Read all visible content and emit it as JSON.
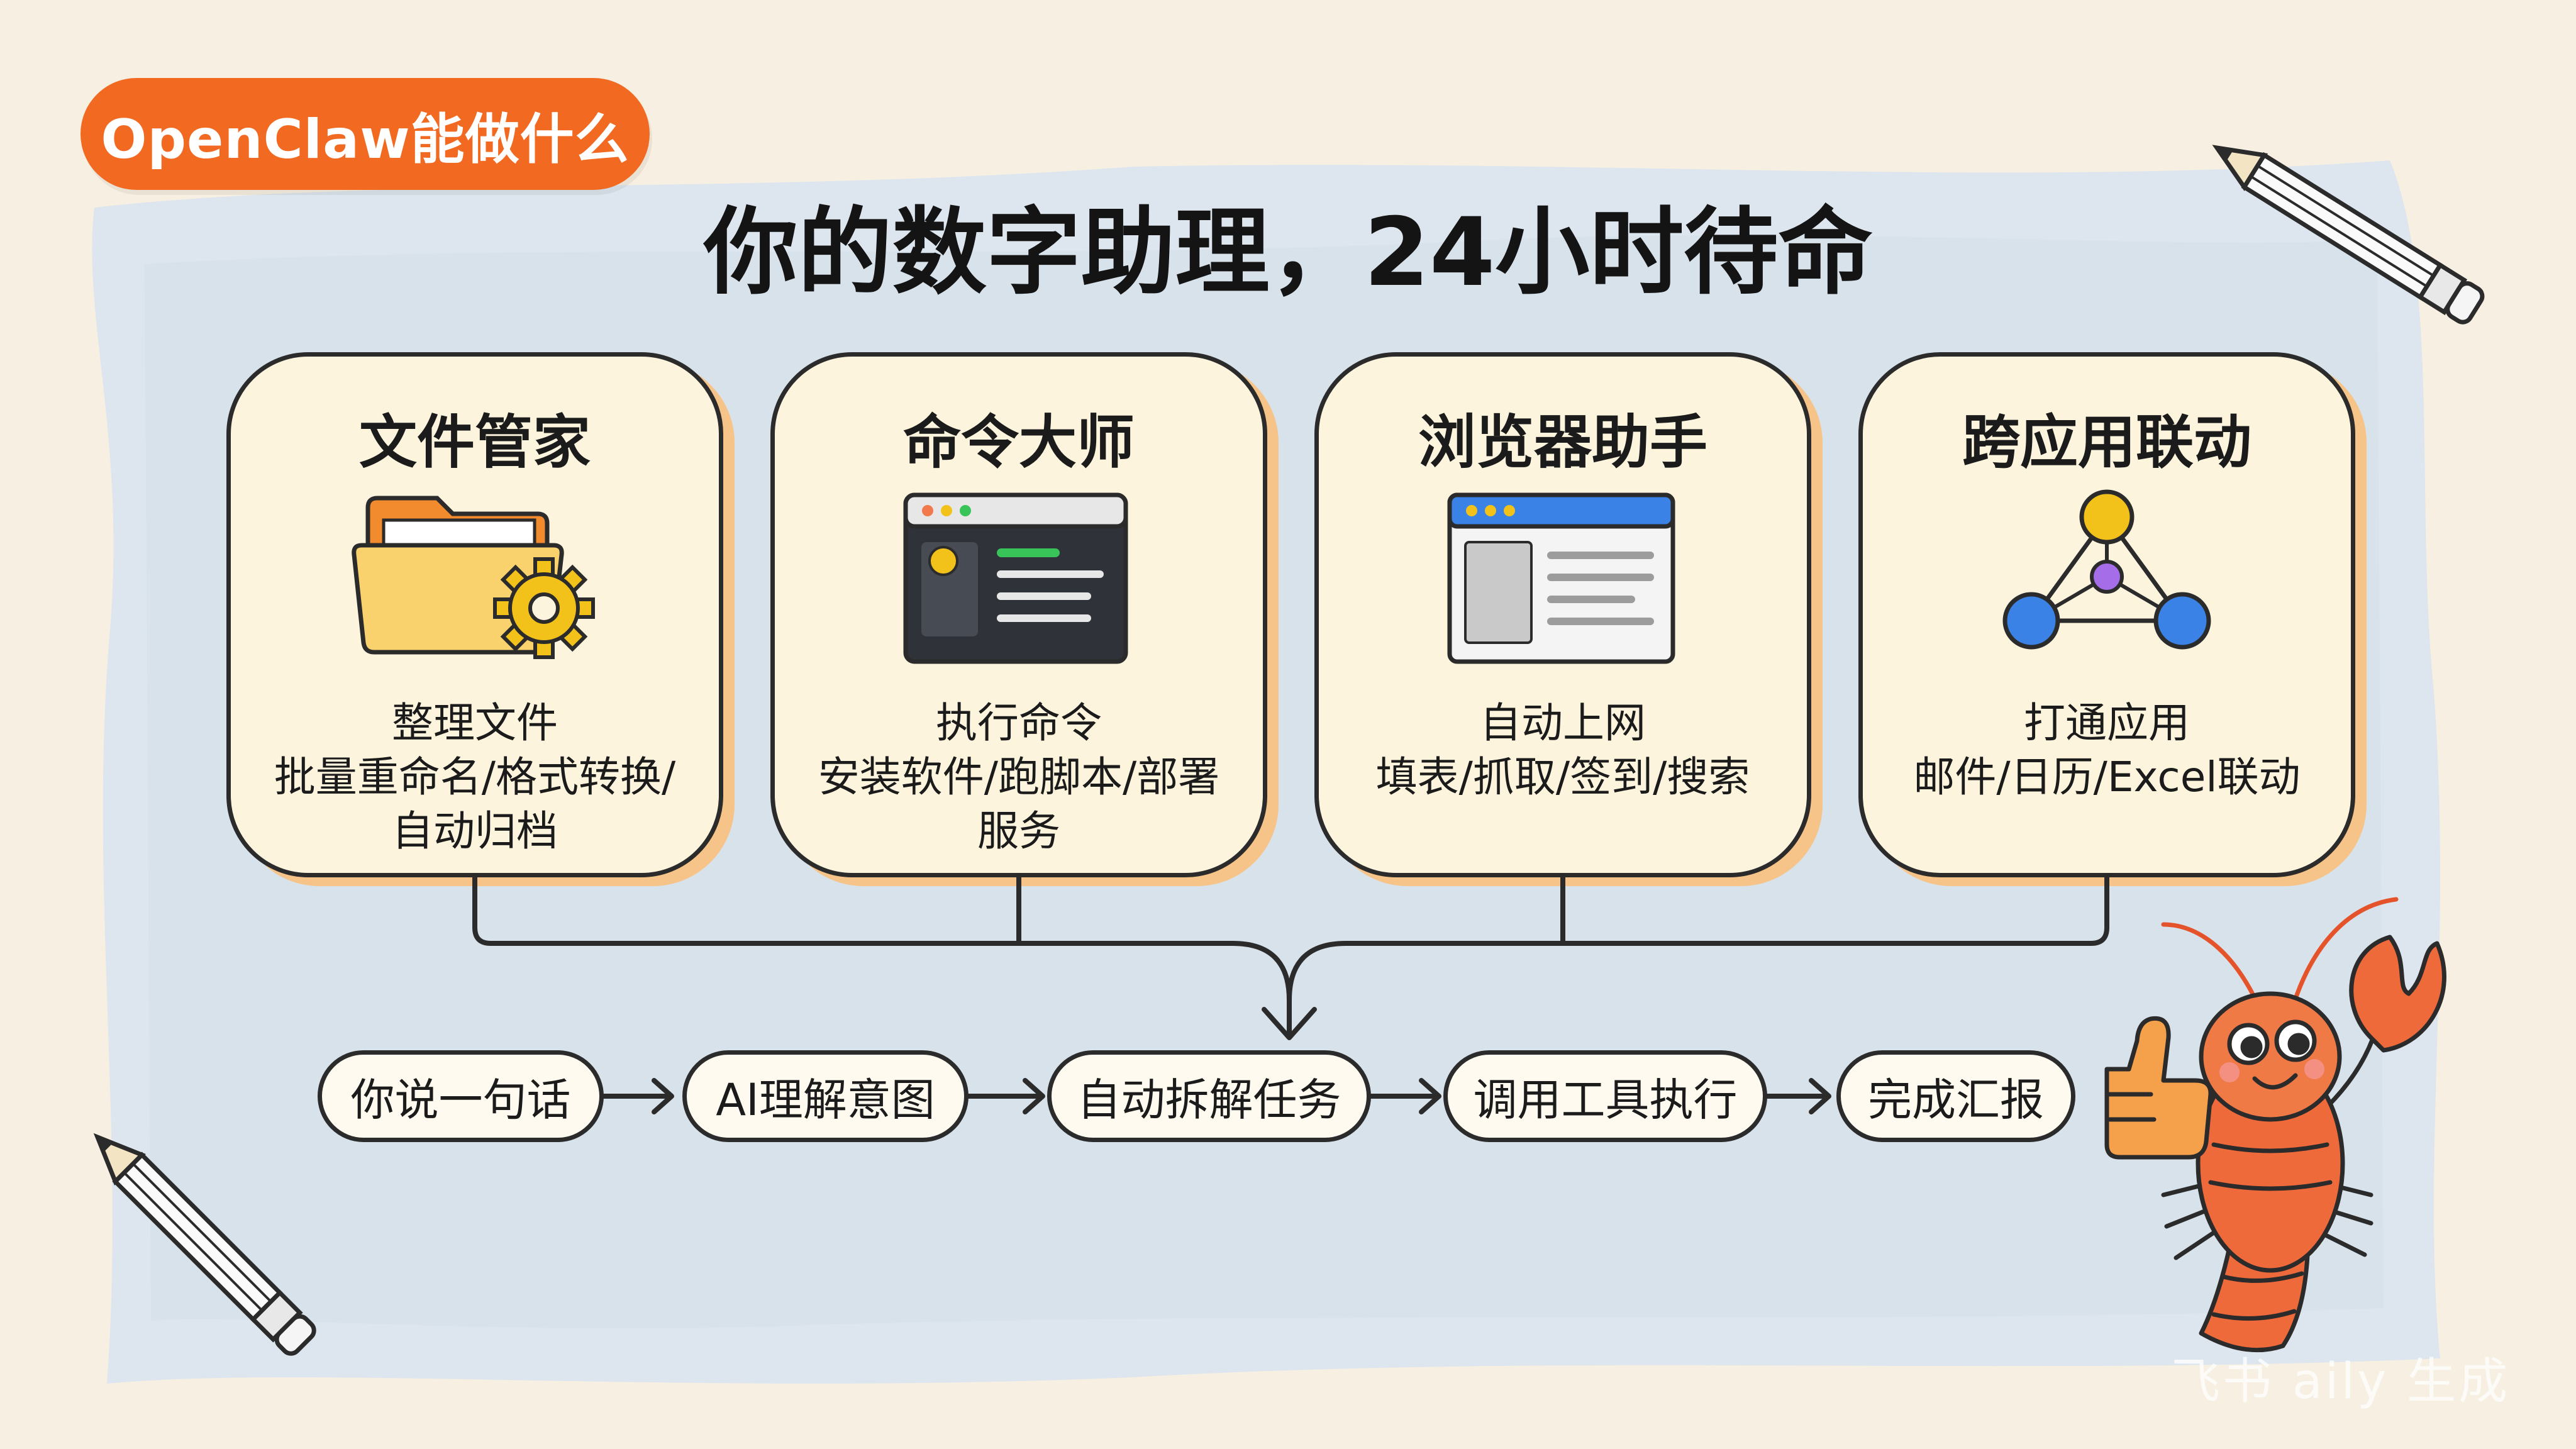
{
  "badge": {
    "label": "OpenClaw能做什么"
  },
  "title": "你的数字助理，24小时待命",
  "cards": [
    {
      "title": "文件管家",
      "icon": "folder-gear-icon",
      "lines": [
        "整理文件",
        "批量重命名/格式转换/",
        "自动归档"
      ]
    },
    {
      "title": "命令大师",
      "icon": "terminal-icon",
      "lines": [
        "执行命令",
        "安装软件/跑脚本/部署",
        "服务"
      ]
    },
    {
      "title": "浏览器助手",
      "icon": "browser-window-icon",
      "lines": [
        "自动上网",
        "填表/抓取/签到/搜索"
      ]
    },
    {
      "title": "跨应用联动",
      "icon": "network-nodes-icon",
      "lines": [
        "打通应用",
        "邮件/日历/Excel联动"
      ]
    }
  ],
  "flow": {
    "steps": [
      "你说一句话",
      "AI理解意图",
      "自动拆解任务",
      "调用工具执行",
      "完成汇报"
    ]
  },
  "decorations": {
    "pencil_top": "pencil-icon",
    "pencil_bottom": "pencil-icon",
    "mascot": "lobster-thumbs-up-mascot"
  },
  "watermark": "飞书 aily 生成",
  "colors": {
    "badge": "#f26a21",
    "card_bg": "#fdf4de",
    "card_shadow": "#f6c488",
    "background_panel": "#dbe5ee",
    "accent_orange": "#f28a2e"
  }
}
